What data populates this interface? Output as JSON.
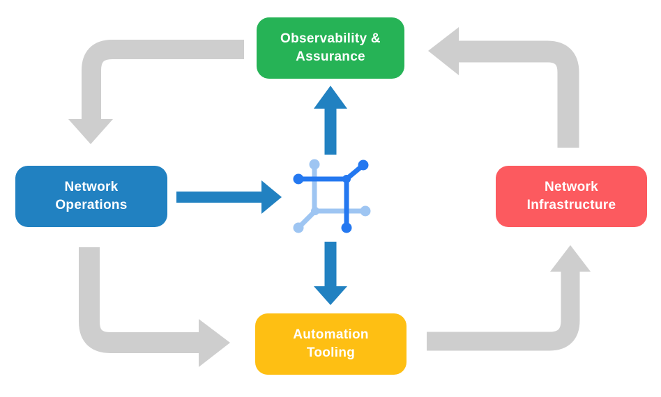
{
  "diagram": {
    "type": "cycle-flow",
    "description_visible": false
  },
  "colors": {
    "background": "#ffffff",
    "observability": "#26b356",
    "operations": "#2181c1",
    "infrastructure": "#fc5a5f",
    "automation": "#febf13",
    "label_text": "#ffffff",
    "arrow_gray": "#cecece",
    "arrow_blue": "#2181c1",
    "icon_dark_blue": "#2478f0",
    "icon_light_blue": "#9ec5f2"
  },
  "nodes": [
    {
      "id": "observability",
      "line1": "Observability &",
      "line2": "Assurance"
    },
    {
      "id": "operations",
      "line1": "Network",
      "line2": "Operations"
    },
    {
      "id": "infrastructure",
      "line1": "Network",
      "line2": "Infrastructure"
    },
    {
      "id": "automation",
      "line1": "Automation",
      "line2": "Tooling"
    }
  ],
  "center_icon": "network-nodes-icon",
  "arrows": [
    {
      "from": "observability",
      "to": "operations",
      "style": "elbow",
      "color": "gray"
    },
    {
      "from": "operations",
      "to": "automation",
      "style": "elbow",
      "color": "gray"
    },
    {
      "from": "automation",
      "to": "infrastructure",
      "style": "elbow",
      "color": "gray"
    },
    {
      "from": "infrastructure",
      "to": "observability",
      "style": "elbow",
      "color": "gray"
    },
    {
      "from": "operations",
      "to": "center-icon",
      "style": "straight",
      "color": "blue"
    },
    {
      "from": "center-icon",
      "to": "observability",
      "style": "straight",
      "color": "blue"
    },
    {
      "from": "center-icon",
      "to": "automation",
      "style": "straight",
      "color": "blue"
    }
  ]
}
